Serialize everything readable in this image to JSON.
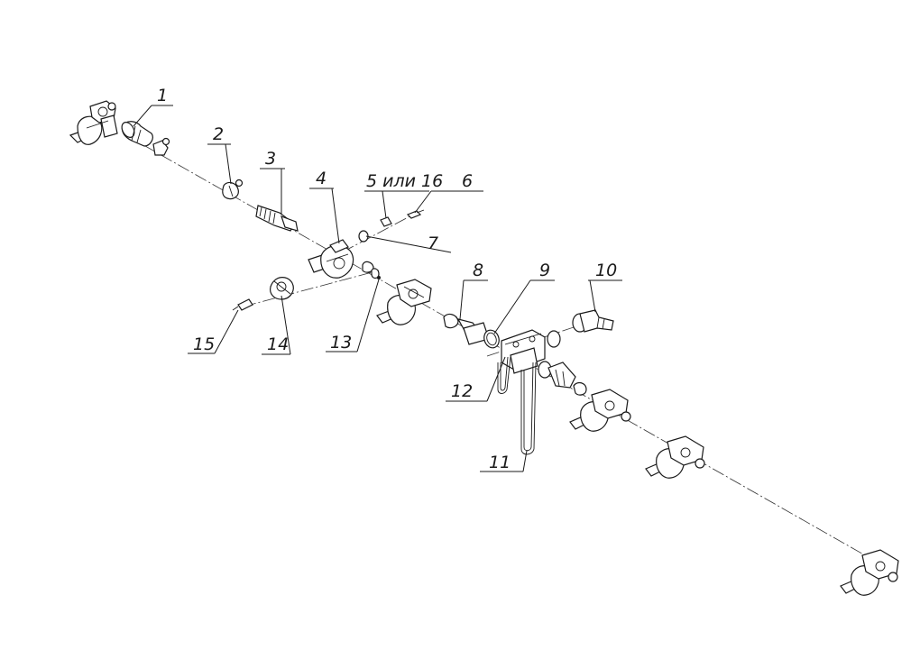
{
  "diagram": {
    "labels": {
      "l1": "1",
      "l2": "2",
      "l3": "3",
      "l4": "4",
      "l5": "5 или 16",
      "l6": "6",
      "l7": "7",
      "l8": "8",
      "l9": "9",
      "l10": "10",
      "l11": "11",
      "l12": "12",
      "l13": "13",
      "l14": "14",
      "l15": "15"
    }
  }
}
